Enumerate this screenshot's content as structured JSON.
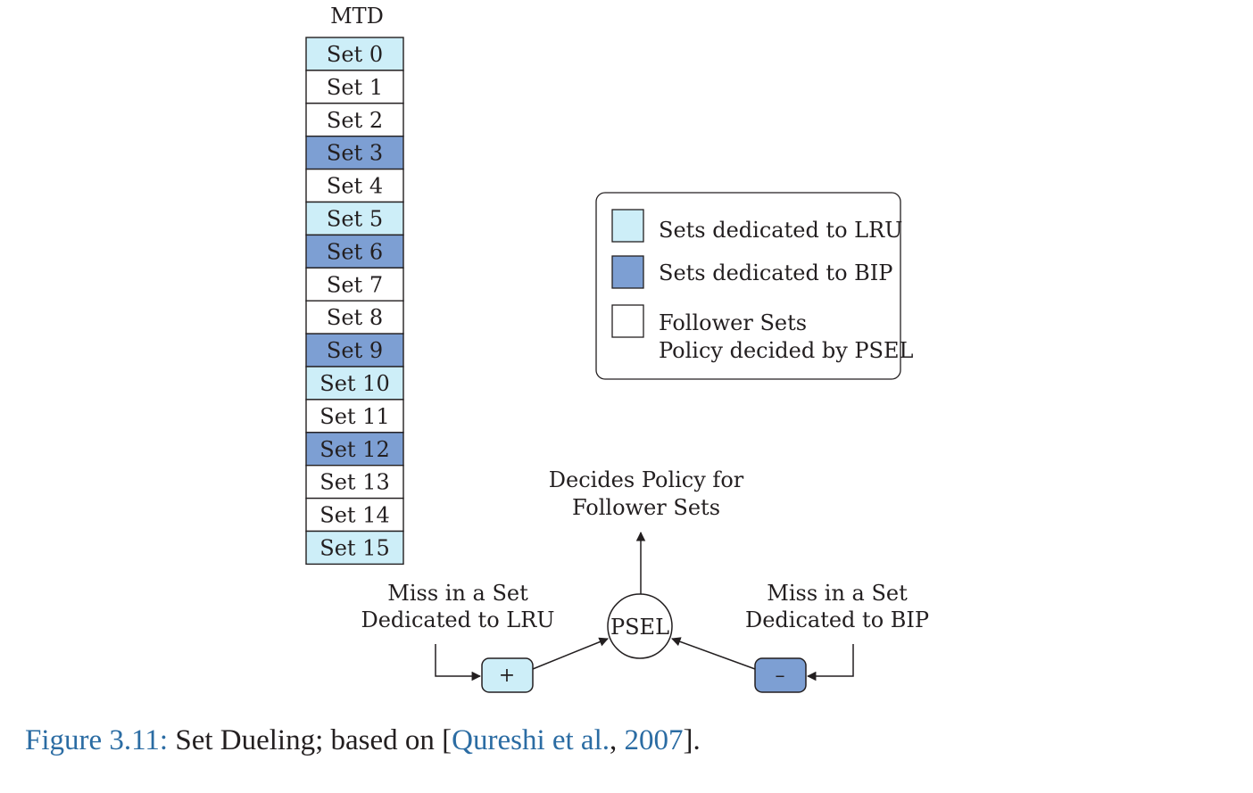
{
  "colors": {
    "lru": "#cdeef8",
    "bip": "#7d9fd3",
    "follower": "#ffffff",
    "stroke": "#231f20",
    "link": "#2b6ca3"
  },
  "mtd": {
    "title": "MTD",
    "sets": [
      {
        "label": "Set 0",
        "type": "lru"
      },
      {
        "label": "Set 1",
        "type": "follower"
      },
      {
        "label": "Set 2",
        "type": "follower"
      },
      {
        "label": "Set 3",
        "type": "bip"
      },
      {
        "label": "Set 4",
        "type": "follower"
      },
      {
        "label": "Set 5",
        "type": "lru"
      },
      {
        "label": "Set 6",
        "type": "bip"
      },
      {
        "label": "Set 7",
        "type": "follower"
      },
      {
        "label": "Set 8",
        "type": "follower"
      },
      {
        "label": "Set 9",
        "type": "bip"
      },
      {
        "label": "Set 10",
        "type": "lru"
      },
      {
        "label": "Set 11",
        "type": "follower"
      },
      {
        "label": "Set 12",
        "type": "bip"
      },
      {
        "label": "Set 13",
        "type": "follower"
      },
      {
        "label": "Set 14",
        "type": "follower"
      },
      {
        "label": "Set 15",
        "type": "lru"
      }
    ]
  },
  "legend": {
    "lru": "Sets dedicated to LRU",
    "bip": "Sets dedicated to BIP",
    "follower_line1": "Follower Sets",
    "follower_line2": "Policy decided by PSEL"
  },
  "psel": {
    "label": "PSEL",
    "output_line1": "Decides Policy for",
    "output_line2": "Follower Sets",
    "lru_miss_line1": "Miss in a Set",
    "lru_miss_line2": "Dedicated to LRU",
    "bip_miss_line1": "Miss in a Set",
    "bip_miss_line2": "Dedicated to BIP",
    "plus_label": "+",
    "minus_label": "–"
  },
  "caption": {
    "figure_label": "Figure 3.11:",
    "text": " Set Dueling; based on [",
    "ref_author": "Qureshi et al.",
    "ref_sep": ", ",
    "ref_year": "2007",
    "end": "]."
  }
}
